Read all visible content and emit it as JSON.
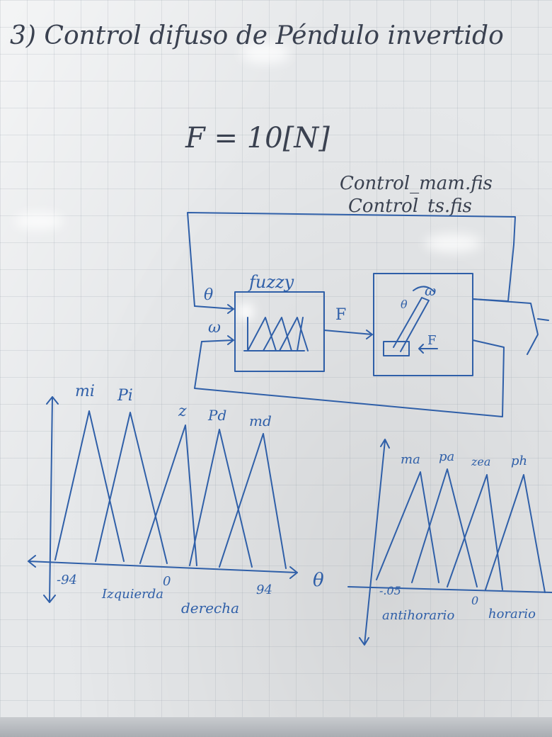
{
  "title": "3) Control difuso de Péndulo invertido",
  "force_equation": "F = 10[N]",
  "file_names": [
    "Control_mam.fis",
    "Control_ts.fis"
  ],
  "block_diagram": {
    "controller_label": "fuzzy",
    "inputs": [
      "θ",
      "ω"
    ],
    "output_signal": "F",
    "plant_labels": [
      "θ",
      "ω",
      "F"
    ]
  },
  "membership_theta": {
    "sets": [
      "mi",
      "Pi",
      "z",
      "Pd",
      "md"
    ],
    "ticks": [
      "-94",
      "0",
      "94"
    ],
    "region_labels": [
      "Izquierda",
      "derecha"
    ],
    "axis_label": "θ"
  },
  "membership_omega": {
    "sets": [
      "ma",
      "pa",
      "zea",
      "ph"
    ],
    "ticks": [
      "-.05",
      "0"
    ],
    "region_labels": [
      "antihorario",
      "horario"
    ]
  },
  "colors": {
    "board": "#e6e8ea",
    "marker_blue": "#2f5fa8",
    "marker_dark": "#3a4150"
  }
}
